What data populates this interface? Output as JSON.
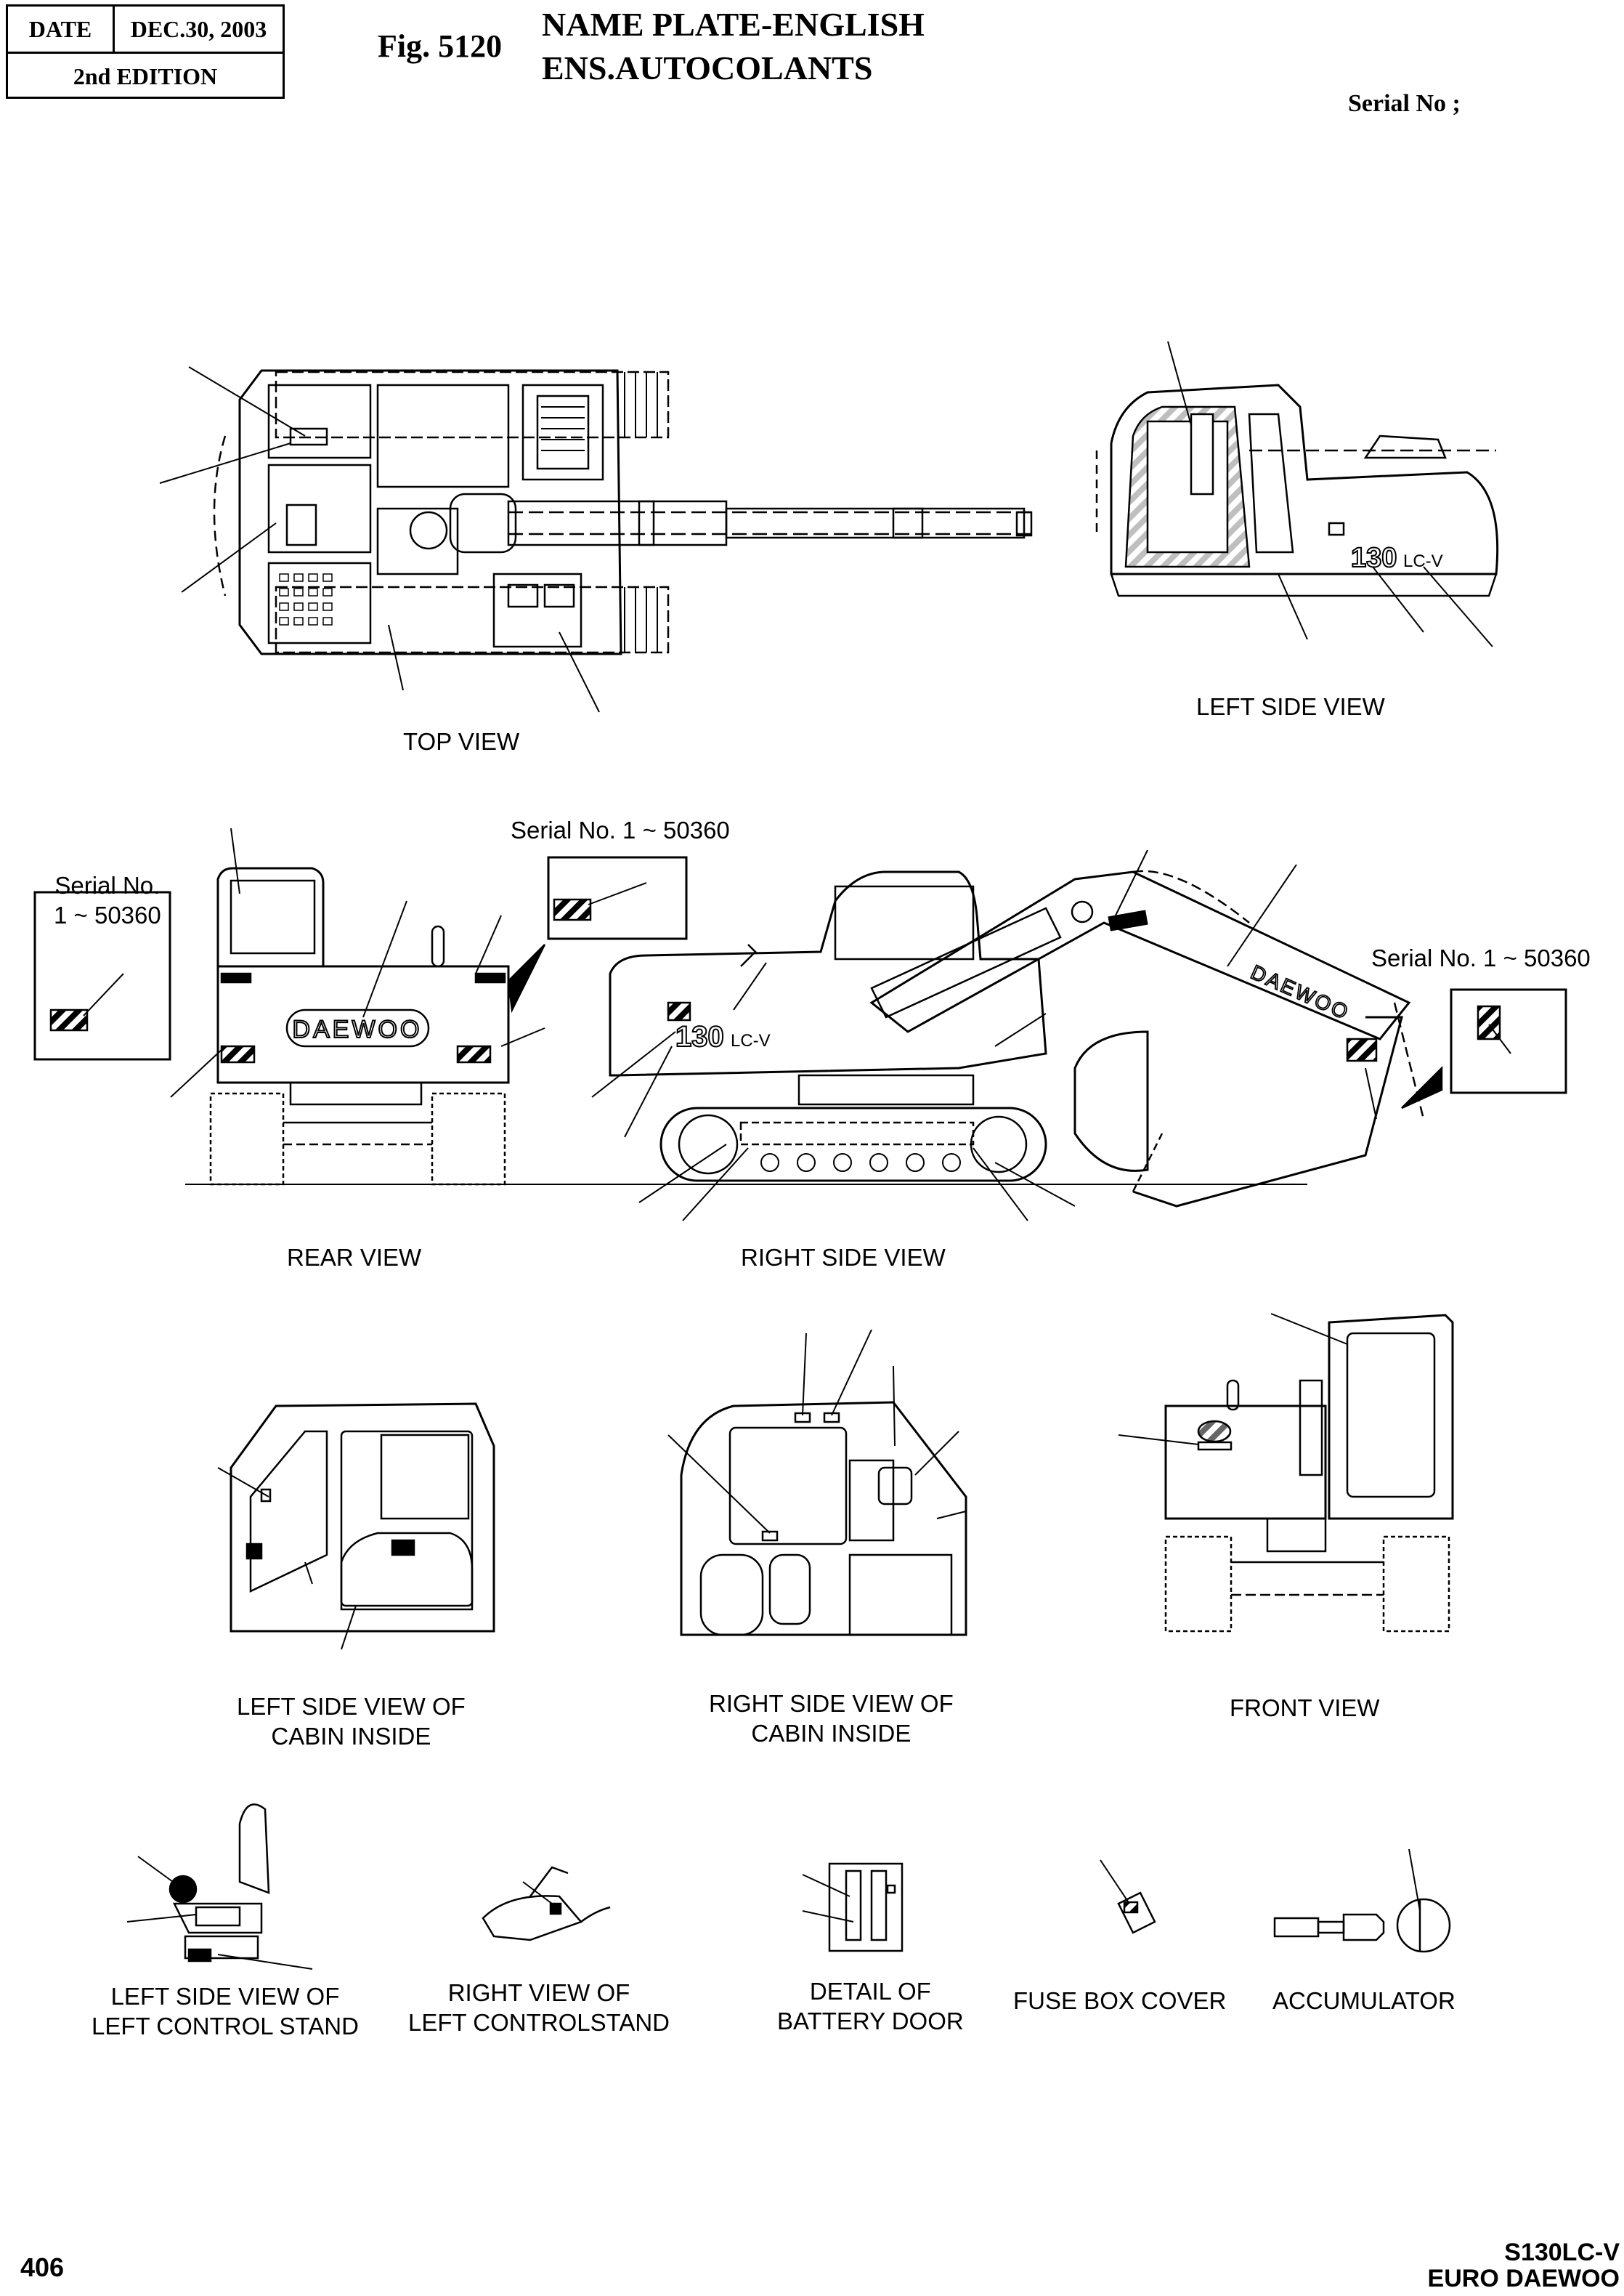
{
  "header": {
    "date_label": "DATE",
    "date_value": "DEC.30, 2003",
    "edition": "2nd  EDITION",
    "fig_label": "Fig. 5120",
    "title_line1": "NAME PLATE-ENGLISH",
    "title_line2": "ENS.AUTOCOLANTS",
    "serial_no": "Serial No ;"
  },
  "views": {
    "top": "TOP VIEW",
    "left_side": "LEFT SIDE VIEW",
    "rear": "REAR VIEW",
    "right_side": "RIGHT SIDE VIEW",
    "cabin_left_1": "LEFT SIDE VIEW OF",
    "cabin_left_2": "CABIN INSIDE",
    "cabin_right_1": "RIGHT SIDE VIEW OF",
    "cabin_right_2": "CABIN INSIDE",
    "front": "FRONT VIEW",
    "stand_left_1": "LEFT SIDE VIEW OF",
    "stand_left_2": "LEFT CONTROL STAND",
    "stand_right_1": "RIGHT VIEW OF",
    "stand_right_2": "LEFT CONTROLSTAND",
    "battery_1": "DETAIL OF",
    "battery_2": "BATTERY DOOR",
    "fuse": "FUSE BOX COVER",
    "accumulator": "ACCUMULATOR"
  },
  "serial_notes": {
    "rear_line1": "Serial No.",
    "rear_line2": "1 ~ 50360",
    "mid": "Serial No. 1 ~ 50360",
    "right": "Serial No. 1 ~ 50360"
  },
  "decals": {
    "brand": "DAEWOO",
    "model": "130",
    "model_suffix": "LC-V"
  },
  "footer": {
    "page": "406",
    "model": "S130LC-V",
    "brand": "EURO DAEWOO"
  }
}
